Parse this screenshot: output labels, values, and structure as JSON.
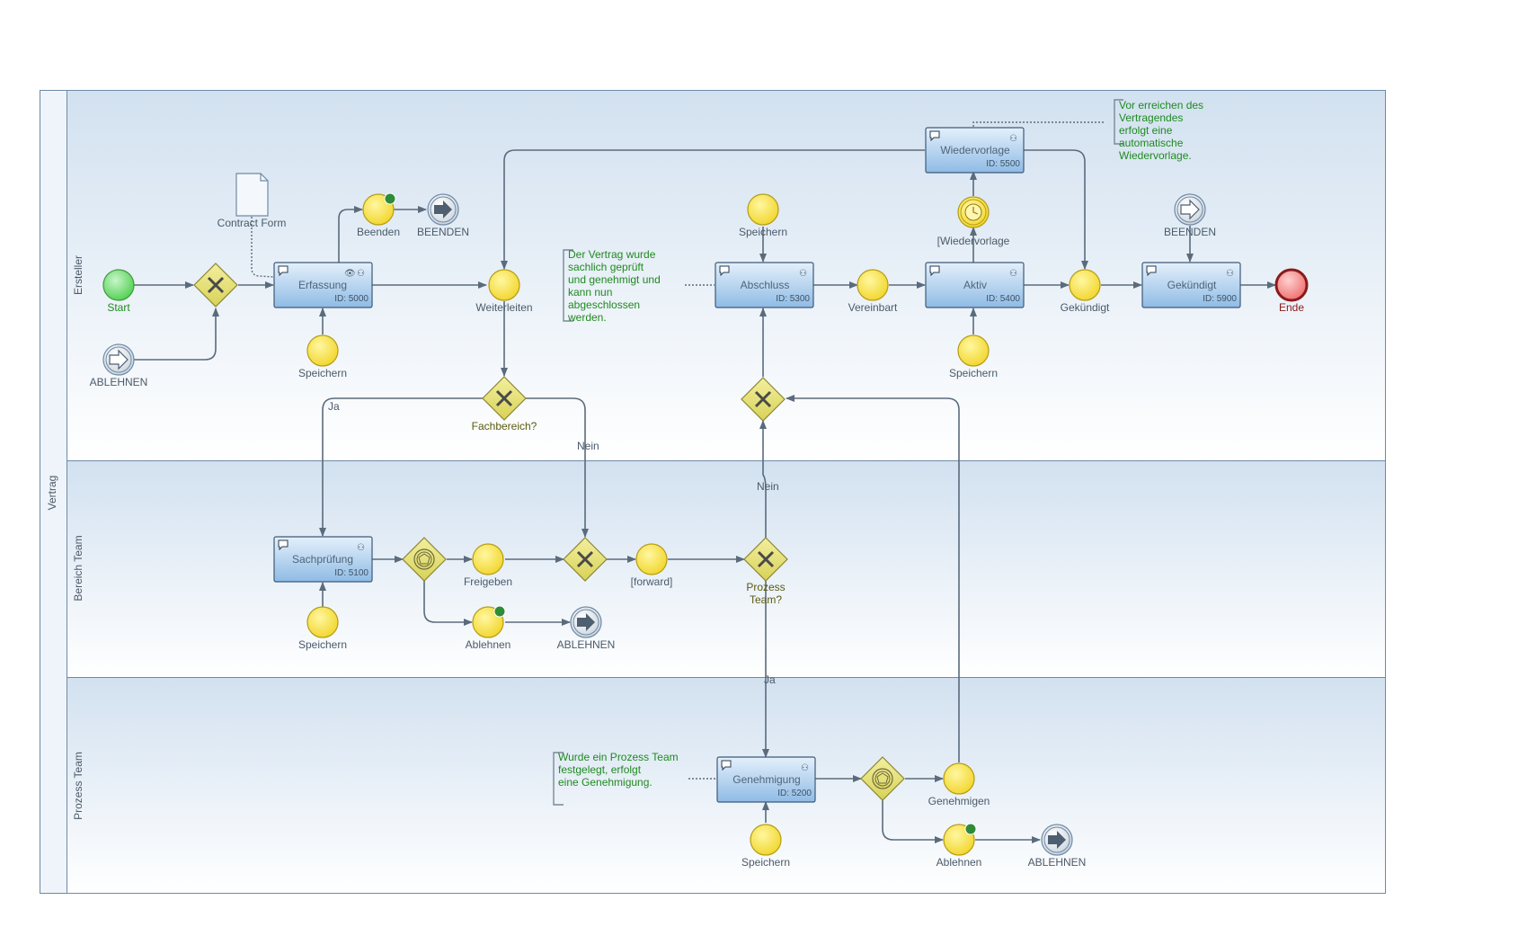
{
  "pool": {
    "name": "Vertrag"
  },
  "lanes": [
    {
      "id": "ersteller",
      "label": "Ersteller"
    },
    {
      "id": "bereich",
      "label": "Bereich Team"
    },
    {
      "id": "prozess",
      "label": "Prozess Team"
    }
  ],
  "tasks": {
    "erfassung": {
      "label": "Erfassung",
      "id": "ID: 5000"
    },
    "abschluss": {
      "label": "Abschluss",
      "id": "ID: 5300"
    },
    "aktiv": {
      "label": "Aktiv",
      "id": "ID: 5400"
    },
    "wiedervorlage": {
      "label": "Wiedervorlage",
      "id": "ID: 5500"
    },
    "gekuendigt": {
      "label": "Gekündigt",
      "id": "ID: 5900"
    },
    "sachpruefung": {
      "label": "Sachprüfung",
      "id": "ID: 5100"
    },
    "genehmigung": {
      "label": "Genehmigung",
      "id": "ID: 5200"
    }
  },
  "events": {
    "start": "Start",
    "ende": "Ende",
    "ablehnen_start": "ABLEHNEN",
    "beenden_event": "Beenden",
    "beenden_end": "BEENDEN",
    "erf_speichern": "Speichern",
    "weiterleiten": "Weiterleiten",
    "abs_speichern": "Speichern",
    "vereinbart": "Vereinbart",
    "wiedervorlage_timer": "[Wiedervorlage",
    "akt_speichern": "Speichern",
    "gek_event": "Gekündigt",
    "beenden_top": "BEENDEN",
    "sach_speichern": "Speichern",
    "freigeben": "Freigeben",
    "sach_ablehnen": "Ablehnen",
    "sach_ablehnen_end": "ABLEHNEN",
    "forward": "[forward]",
    "gen_speichern": "Speichern",
    "genehmigen": "Genehmigen",
    "gen_ablehnen": "Ablehnen",
    "gen_ablehnen_end": "ABLEHNEN"
  },
  "gateways": {
    "fachbereich": "Fachbereich?",
    "prozess_team": "Prozess Team?"
  },
  "flow_labels": {
    "ja1": "Ja",
    "nein1": "Nein",
    "nein2": "Nein",
    "ja2": "Ja"
  },
  "data_objects": {
    "contract_form": "Contract Form"
  },
  "annotations": {
    "wiedervorlage": "Vor erreichen des Vertragendes erfolgt eine automatische Wiedervorlage.",
    "vertrag": "Der Vertrag wurde sachlich geprüft und genehmigt und kann nun abgeschlossen werden.",
    "prozess": "Wurde ein Prozess Team festgelegt, erfolgt eine Genehmigung."
  },
  "colors": {
    "event_fill": "#f5e23a",
    "start_fill": "#7ee07e",
    "end_fill": "#f08080",
    "gateway_fill": "#e6e07a",
    "task_fill": "#a9ccec",
    "note_text": "#1f8a1f"
  }
}
